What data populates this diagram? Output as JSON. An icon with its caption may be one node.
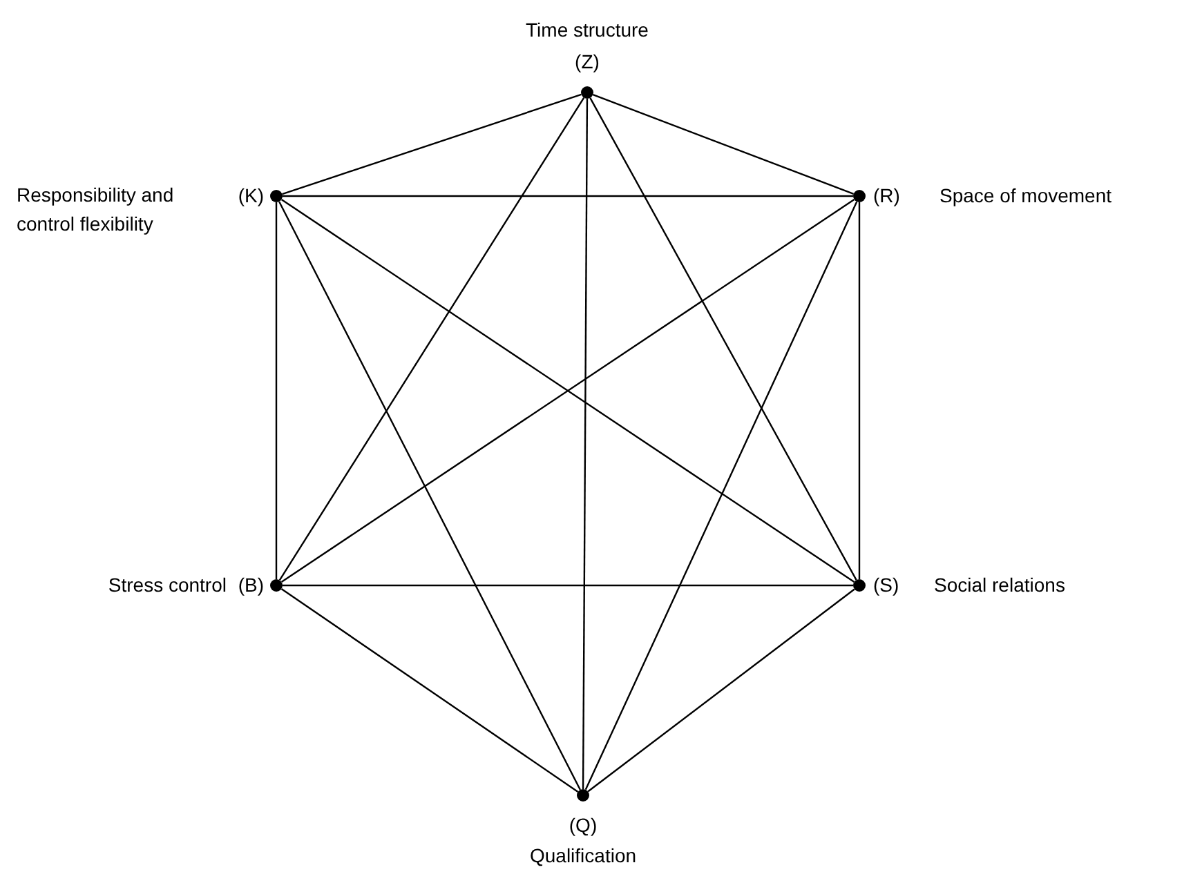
{
  "diagram": {
    "nodes": [
      {
        "text": [],
        "shape": "circle",
        "beside": [
          "Time structure",
          "(Z)"
        ]
      },
      {
        "text": [],
        "shape": "circle",
        "beside": [
          "Responsibility and control flexibility",
          "(K)"
        ]
      },
      {
        "text": [],
        "shape": "circle",
        "beside": [
          "(R)",
          "Space of movement"
        ]
      },
      {
        "text": [],
        "shape": "circle",
        "beside": [
          "Stress control",
          "(B)"
        ]
      },
      {
        "text": [],
        "shape": "circle",
        "beside": [
          "(S)",
          "Social relations"
        ]
      },
      {
        "text": [],
        "shape": "circle",
        "beside": [
          "(Q)",
          "Qualification"
        ]
      }
    ],
    "edges": [
      {
        "from": 0,
        "to": 2,
        "arrow": "none"
      },
      {
        "from": 0,
        "to": 4,
        "arrow": "none"
      },
      {
        "from": 0,
        "to": 5,
        "arrow": "none"
      },
      {
        "from": 0,
        "to": 3,
        "arrow": "none"
      },
      {
        "from": 0,
        "to": 1,
        "arrow": "none"
      },
      {
        "from": 1,
        "to": 2,
        "arrow": "none"
      },
      {
        "from": 1,
        "to": 4,
        "arrow": "none"
      },
      {
        "from": 1,
        "to": 5,
        "arrow": "none"
      },
      {
        "from": 1,
        "to": 3,
        "arrow": "none"
      },
      {
        "from": 2,
        "to": 4,
        "arrow": "none"
      },
      {
        "from": 2,
        "to": 5,
        "arrow": "none"
      },
      {
        "from": 2,
        "to": 3,
        "arrow": "none"
      },
      {
        "from": 3,
        "to": 4,
        "arrow": "none"
      },
      {
        "from": 3,
        "to": 5,
        "arrow": "none"
      },
      {
        "from": 4,
        "to": 5,
        "arrow": "none"
      }
    ]
  }
}
